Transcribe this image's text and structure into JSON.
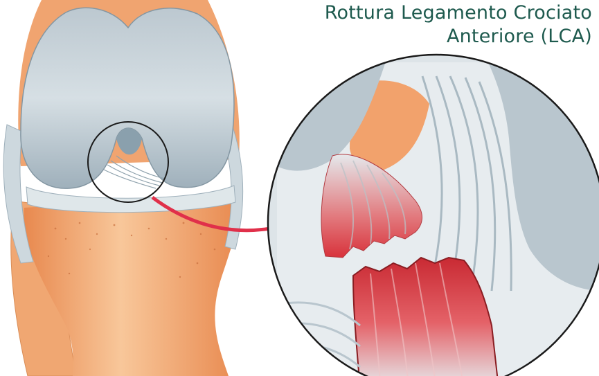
{
  "title": {
    "line1": "Rottura Legamento Crociato",
    "line2": "Anteriore (LCA)"
  },
  "illustration": {
    "subject": "knee-joint-acl-tear",
    "colors": {
      "bone": "#f2a46e",
      "bone_light": "#f8c79a",
      "cartilage": "#cfd8de",
      "cartilage_shadow": "#a9b7c0",
      "ligament": "#dfe7ea",
      "ligament_torn": "#e0484d",
      "torn_edge": "#8a1d22",
      "arrow": "#e0304a",
      "outline": "#1a1a1a",
      "title": "#1e5a4e"
    }
  }
}
